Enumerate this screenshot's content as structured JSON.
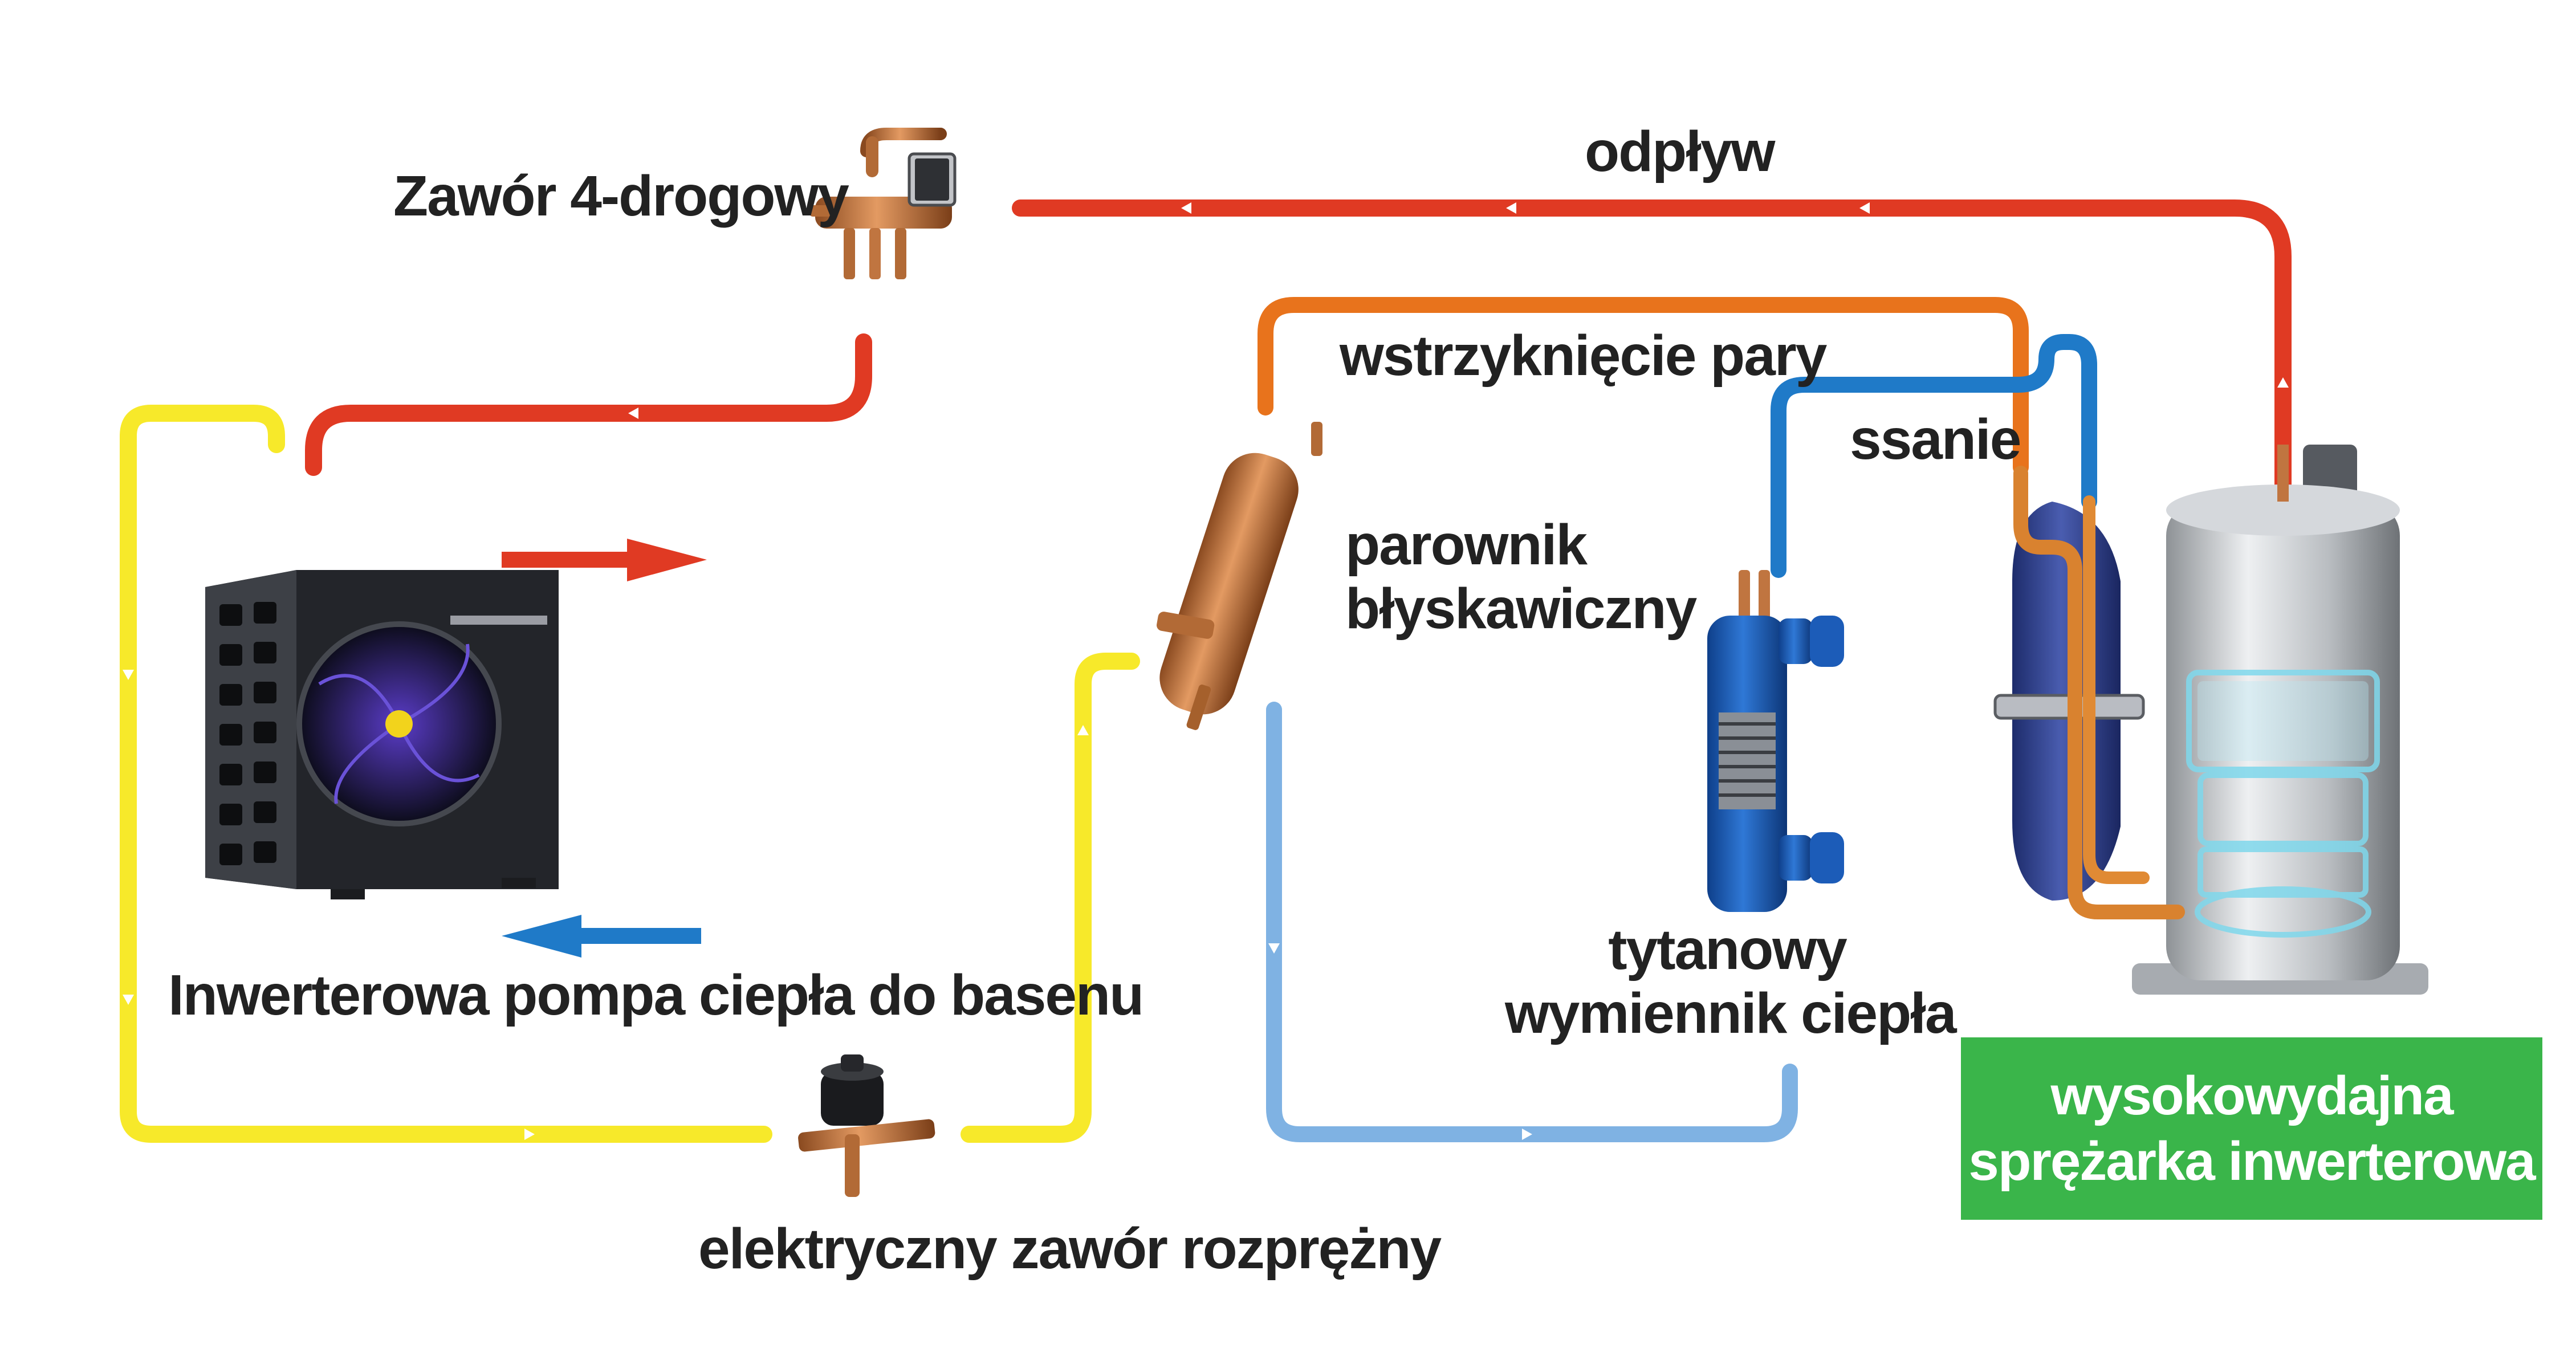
{
  "labels": {
    "four_way_valve": "Zawór 4-drogowy",
    "discharge": "odpływ",
    "vapor_injection": "wstrzyknięcie pary",
    "suction": "ssanie",
    "flash_evaporator_line1": "parownik",
    "flash_evaporator_line2": "błyskawiczny",
    "titanium_hx_line1": "tytanowy",
    "titanium_hx_line2": "wymiennik ciepła",
    "heat_pump": "Inwerterowa pompa ciepła do basenu",
    "expansion_valve": "elektryczny zawór rozprężny",
    "compressor_line1": "wysokowydajna",
    "compressor_line2": "sprężarka inwerterowa"
  },
  "colors": {
    "hot_pipe": "#e03a23",
    "liquid_pipe": "#f7e92a",
    "injection_pipe": "#e8731c",
    "suction_pipe": "#1f7ac8",
    "return_pipe": "#7fb2e3",
    "badge": "#3ab54a"
  },
  "icons": {
    "heat_pump_unit": "heat-pump-unit-icon",
    "four_way_valve": "four-way-valve-icon",
    "expansion_valve": "expansion-valve-icon",
    "flash_tank": "flash-tank-icon",
    "heat_exchanger": "titanium-heat-exchanger-icon",
    "compressor": "compressor-icon"
  }
}
